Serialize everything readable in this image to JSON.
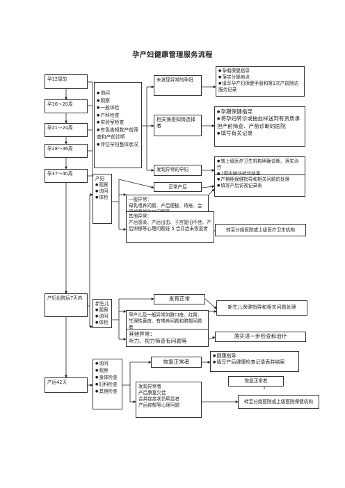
{
  "title": "孕产妇健康管理服务流程",
  "left_column": {
    "pregnancy_12": "孕12周前",
    "pregnancy_16_20": "孕16～20周",
    "pregnancy_21_24": "孕21～24周",
    "pregnancy_28_36": "孕28～36周",
    "pregnancy_37_40": "孕37～40周",
    "postpartum_home": "产妇出院后7天内",
    "postpartum_42": "产后42天"
  },
  "prenatal_checks": [
    "询问",
    "观察",
    "一般体检",
    "产科检查",
    "实验室检查",
    "有色告知数产前筛查和产前诊断",
    "评估孕妇整体状况"
  ],
  "prenatal_outcomes": {
    "normal": "未发现异常的孕妇",
    "referral_screen": "相关筛查知情选择者",
    "abnormal": "发现异常的孕妇"
  },
  "prenatal_actions": {
    "normal": [
      "孕期保健指导",
      "落实分娩地点",
      "填写孕产妇保健手册和第1次产前随访服务记录"
    ],
    "screen": [
      "孕期保健指导",
      "将孕妇转诊或抽血样送到有资质承担产前筛查、产前诊断的医院",
      "填写有关记录"
    ],
    "abnormal": [
      "转上级医疗卫生机构明确诊断、落实治疗",
      "2周内随访转诊结果"
    ]
  },
  "mother_visit": {
    "label": "产妇",
    "checks": [
      "观察",
      "询问",
      "体检"
    ],
    "normal": "正常产后",
    "general_abnormal_title": "一般异常：",
    "general_abnormal_desc": "母乳喂养问题、产后便秘、痔疮、会阴或腹部伤口问题等",
    "other_abnormal_title": "其他异常：",
    "other_abnormal_desc": "产后感染、产后出血、子宫复旧不佳、产后抑郁等心理问题妊 5 合并症未恢复者",
    "handle": [
      "产褥期保健指导和相关问题的处理",
      "填写产后访视记录表"
    ],
    "referral": "转至分娩医院或上级医疗卫生机构"
  },
  "newborn_visit": {
    "label": "新生儿",
    "checks": [
      "观察",
      "询问",
      "体检"
    ],
    "normal": "发育正常",
    "problem_desc": "早产儿及一般异常如脐口疮、红臀、生理性黄疸、有喂养问题和脐部问题者",
    "handle": "新生儿保健指导和相关问题处理",
    "other_title": "其他异常：",
    "other_desc": "听力、视力筛查有问题等",
    "other_handle": "落实进一步检查和治疗"
  },
  "postpartum_42": {
    "checks": [
      "询问",
      "观察",
      "身体检查",
      "妇科检查",
      "其他检查"
    ],
    "normal": "恢复正常者",
    "normal_actions": [
      "健康指导",
      "填写产后健康检查记录表并结案"
    ],
    "abnormal_lines": [
      "发现异常者",
      "产后康复欠佳",
      "合并症症状仍明显者",
      "产后抑郁等心理问题"
    ],
    "recovered": "恢复正常者",
    "referral": "转至分娩医院或上级医院保健机构"
  }
}
